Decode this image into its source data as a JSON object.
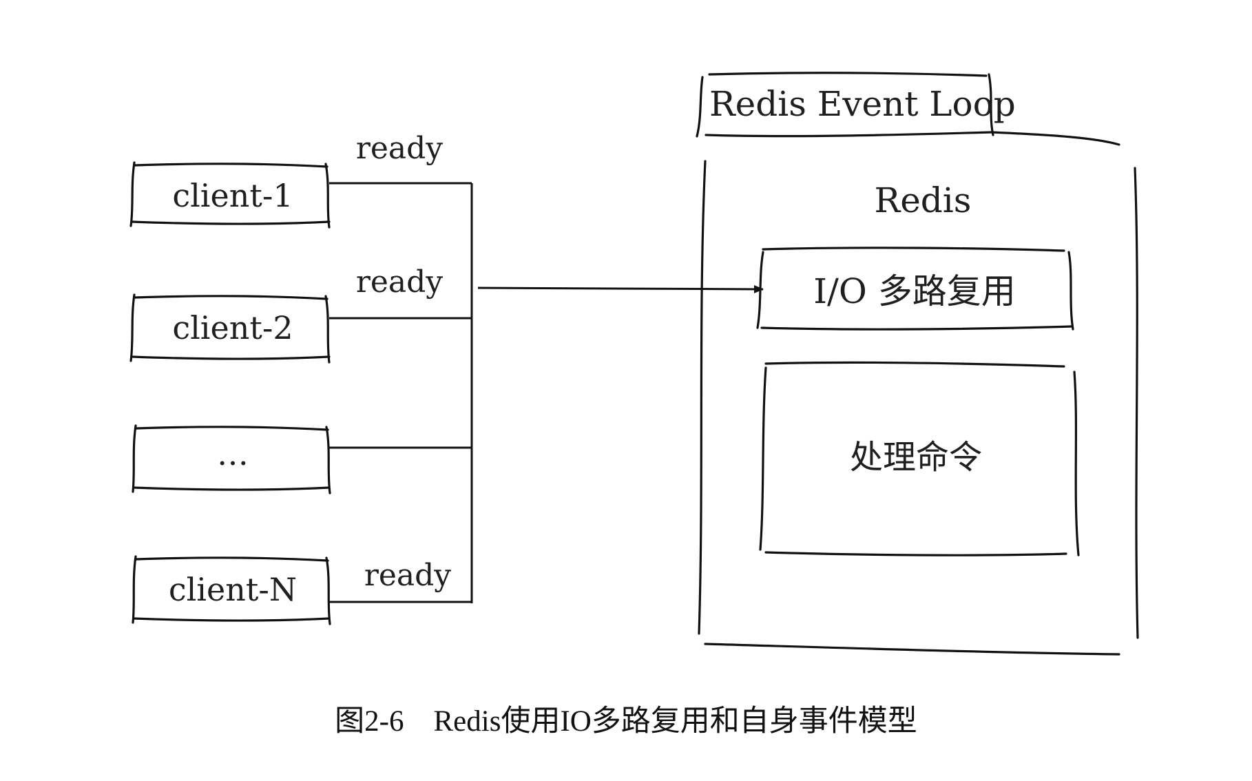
{
  "clients": [
    {
      "label": "client-1",
      "signal": "ready"
    },
    {
      "label": "client-2",
      "signal": "ready"
    },
    {
      "label": "…",
      "signal": ""
    },
    {
      "label": "client-N",
      "signal": "ready"
    }
  ],
  "event_loop": {
    "title": "Redis Event Loop",
    "inner_title": "Redis",
    "io_box": "I/O 多路复用",
    "process_box": "处理命令"
  },
  "caption": "图2-6　Redis使用IO多路复用和自身事件模型"
}
